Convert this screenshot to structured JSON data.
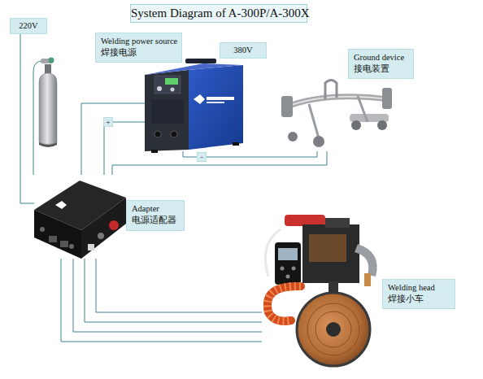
{
  "diagram": {
    "title": "System Diagram of A-300P/A-300X",
    "nodes": [
      {
        "text": [
          "220V"
        ]
      },
      {
        "text": [
          "Welding power source",
          "焊接电源"
        ]
      },
      {
        "text": [
          "380V"
        ]
      },
      {
        "text": [
          "Ground device",
          "接电装置"
        ]
      },
      {
        "text": [
          "Adapter",
          "电源适配器"
        ]
      },
      {
        "text": [
          "Welding head",
          "焊接小车"
        ]
      }
    ],
    "edges": [
      {
        "from": 0,
        "to": 4,
        "arrow": "none"
      },
      {
        "from": 1,
        "to": 4,
        "arrow": "none"
      },
      {
        "from": 1,
        "to": 4,
        "label": "+",
        "arrow": "none"
      },
      {
        "from": 1,
        "to": 3,
        "label": "-",
        "arrow": "none"
      },
      {
        "from": 3,
        "to": 4,
        "arrow": "none"
      },
      {
        "from": 4,
        "to": 5,
        "arrow": "none"
      },
      {
        "from": 4,
        "to": 5,
        "arrow": "none"
      },
      {
        "from": 4,
        "to": 5,
        "arrow": "none"
      },
      {
        "from": 4,
        "to": 5,
        "arrow": "none"
      }
    ]
  }
}
